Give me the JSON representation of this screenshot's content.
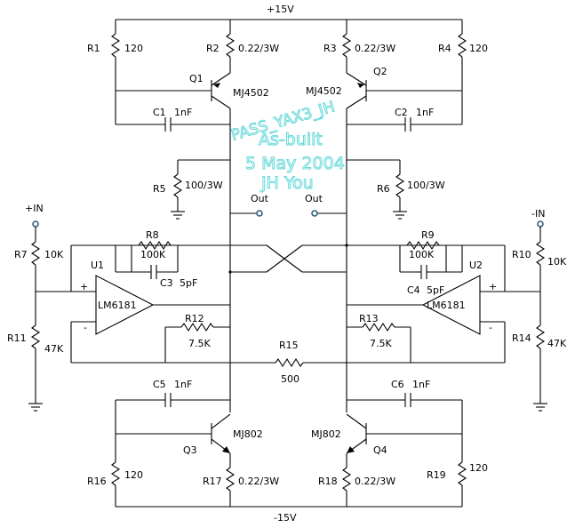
{
  "rails": {
    "positive": "+15V",
    "negative": "-15V"
  },
  "inputs": {
    "pos": "+IN",
    "neg": "-IN"
  },
  "outputs": {
    "left": "Out",
    "right": "Out"
  },
  "watermark": [
    "PASS_YAX3_JH",
    "As-built",
    "5 May 2004",
    "JH You"
  ],
  "resistors": {
    "R1": "R1",
    "R1v": "120",
    "R2": "R2",
    "R2v": "0.22/3W",
    "R3": "R3",
    "R3v": "0.22/3W",
    "R4": "R4",
    "R4v": "120",
    "R5": "R5",
    "R5v": "100/3W",
    "R6": "R6",
    "R6v": "100/3W",
    "R7": "R7",
    "R7v": "10K",
    "R8": "R8",
    "R8v": "100K",
    "R9": "R9",
    "R9v": "100K",
    "R10": "R10",
    "R10v": "10K",
    "R11": "R11",
    "R11v": "47K",
    "R12": "R12",
    "R12v": "7.5K",
    "R13": "R13",
    "R13v": "7.5K",
    "R14": "R14",
    "R14v": "47K",
    "R15": "R15",
    "R15v": "500",
    "R16": "R16",
    "R16v": "120",
    "R17": "R17",
    "R17v": "0.22/3W",
    "R18": "R18",
    "R18v": "0.22/3W",
    "R19": "R19",
    "R19v": "120"
  },
  "capacitors": {
    "C1": "C1",
    "C1v": "1nF",
    "C2": "C2",
    "C2v": "1nF",
    "C3": "C3",
    "C3v": "5pF",
    "C4": "C4",
    "C4v": "5pF",
    "C5": "C5",
    "C5v": "1nF",
    "C6": "C6",
    "C6v": "1nF"
  },
  "transistors": {
    "Q1": "Q1",
    "Q1v": "MJ4502",
    "Q2": "Q2",
    "Q2v": "MJ4502",
    "Q3": "Q3",
    "Q3v": "MJ802",
    "Q4": "Q4",
    "Q4v": "MJ802"
  },
  "opamps": {
    "U1": "U1",
    "U1v": "LM6181",
    "U2": "U2",
    "U2v": "LM6181",
    "plus": "+",
    "minus": "-"
  }
}
